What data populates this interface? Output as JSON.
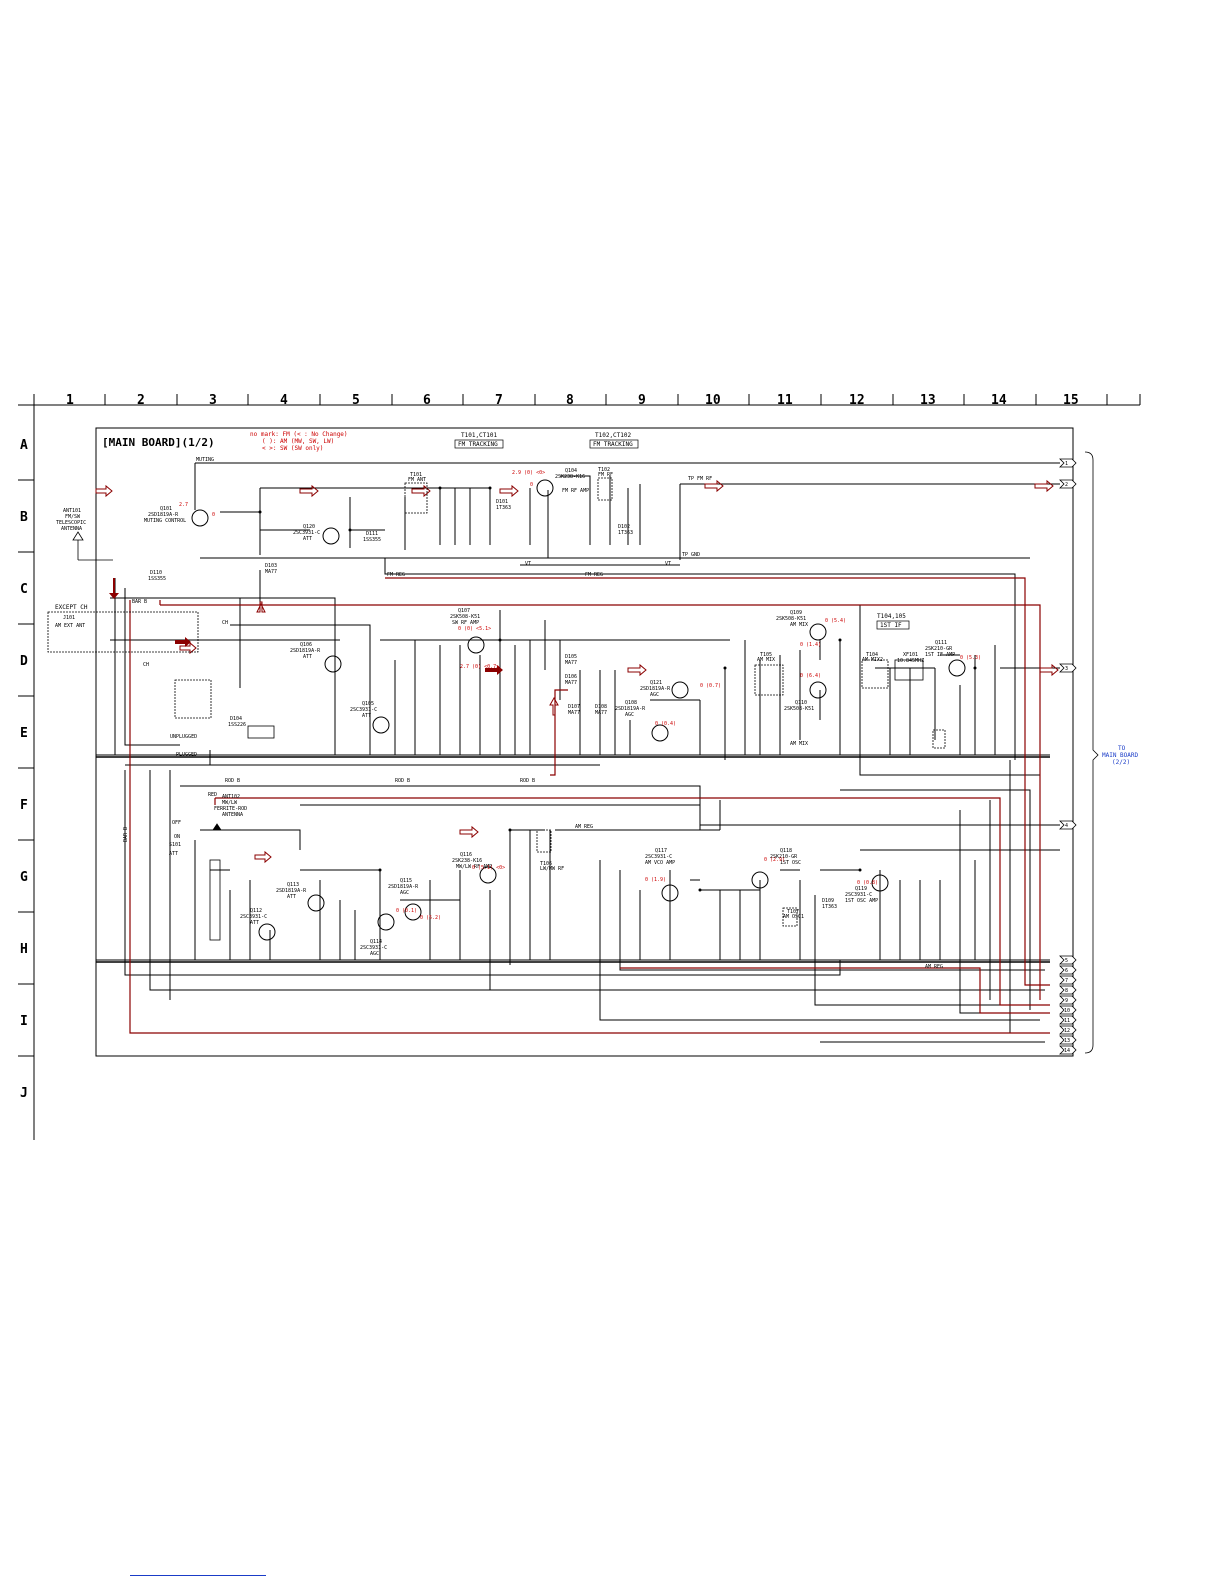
{
  "grid": {
    "columns": [
      "1",
      "2",
      "3",
      "4",
      "5",
      "6",
      "7",
      "8",
      "9",
      "10",
      "11",
      "12",
      "13",
      "14",
      "15"
    ],
    "rows": [
      "A",
      "B",
      "C",
      "D",
      "E",
      "F",
      "G",
      "H",
      "I",
      "J"
    ]
  },
  "board_title": "[MAIN BOARD](1/2)",
  "notes": {
    "line1": "no mark: FM (< : No Change)",
    "line2": "( ): AM (MW, SW, LW)",
    "line3": "< >: SW (SW only)"
  },
  "tracking_labels": {
    "t101_header": "T101,CT101",
    "t101_box": "FM TRACKING",
    "t102_header": "T102,CT102",
    "t102_box": "FM TRACKING",
    "t104_header": "T104,105",
    "t104_box": "1ST IF"
  },
  "antenna_labels": {
    "ant101": "ANT101",
    "ant101_type": "FM/SW",
    "ant101_name1": "TELESCOPIC",
    "ant101_name2": "ANTENNA",
    "except_ch": "EXCEPT CH",
    "j101": "J101",
    "j101_box": "AM EXT ANT",
    "ant102": "ANT102",
    "ant102_type": "MW/LW",
    "ant102_name1": "FERRITE-ROD",
    "ant102_name2": "ANTENNA",
    "s101": "S101",
    "s101_box": "ATT",
    "s101_off": "OFF",
    "s101_on": "ON",
    "unplugged": "UNPLUGGED",
    "plugged": "PLUGGED",
    "ch": "CH"
  },
  "net_labels": {
    "muting": "MUTING",
    "fm_reg_a": "FM REG",
    "fm_reg_b": "FM REG",
    "rod_b_a": "ROD B",
    "rod_b_b": "ROD B",
    "rod_b_c": "ROD B",
    "bar_b_a": "BAR B",
    "bar_b_b": "BAR B",
    "red": "RED",
    "am_reg_a": "AM REG",
    "am_reg_b": "AM REG",
    "vt_a": "VT",
    "vt_b": "VT",
    "tp_fm_rf": "TP FM RF",
    "tp_gnd": "TP GND",
    "to_main_board": "TO",
    "to_main_board_2": "MAIN BOARD",
    "to_main_board_3": "(2/2)"
  },
  "transistors": [
    {
      "ref": "Q101",
      "part": "2SD1819A-R",
      "func": "MUTING CONTROL"
    },
    {
      "ref": "Q120",
      "part": "2SC3931-C",
      "func": "ATT"
    },
    {
      "ref": "Q104",
      "part": "2SK238-K16",
      "func": "FM RF AMP"
    },
    {
      "ref": "Q106",
      "part": "2SD1819A-R",
      "func": "ATT"
    },
    {
      "ref": "Q105",
      "part": "2SC3931-C",
      "func": "ATT"
    },
    {
      "ref": "Q107",
      "part": "2SK508-K51",
      "func": "SW RF AMP"
    },
    {
      "ref": "Q109",
      "part": "2SK508-K51",
      "func": "AM MIX"
    },
    {
      "ref": "Q110",
      "part": "2SK508-K51",
      "func": "AM MIX"
    },
    {
      "ref": "Q111",
      "part": "2SK210-GR",
      "func": "1ST IF AMP"
    },
    {
      "ref": "Q121",
      "part": "2SD1819A-R",
      "func": "AGC"
    },
    {
      "ref": "Q108",
      "part": "2SD1819A-R",
      "func": "AGC"
    },
    {
      "ref": "Q116",
      "part": "2SK238-K16",
      "func": "MW/LW RF AMP"
    },
    {
      "ref": "Q113",
      "part": "2SD1819A-R",
      "func": "ATT"
    },
    {
      "ref": "Q112",
      "part": "2SC3931-C",
      "func": "ATT"
    },
    {
      "ref": "Q115",
      "part": "2SD1819A-R",
      "func": "AGC"
    },
    {
      "ref": "Q114",
      "part": "2SC3931-C",
      "func": "AGC"
    },
    {
      "ref": "Q117",
      "part": "2SC3931-C",
      "func": "AM VCO AMP"
    },
    {
      "ref": "Q118",
      "part": "2SK210-GR",
      "func": "1ST OSC"
    },
    {
      "ref": "Q119",
      "part": "2SC3931-C",
      "func": "1ST OSC AMP"
    }
  ],
  "diodes": [
    {
      "ref": "D101",
      "part": "1T363"
    },
    {
      "ref": "D102",
      "part": "1T363"
    },
    {
      "ref": "D103",
      "part": "MA77"
    },
    {
      "ref": "D110",
      "part": "1SS355"
    },
    {
      "ref": "D111",
      "part": "1SS355"
    },
    {
      "ref": "D104",
      "part": "1SS226"
    },
    {
      "ref": "D105",
      "part": "MA77"
    },
    {
      "ref": "D106",
      "part": "MA77"
    },
    {
      "ref": "D107",
      "part": "MA77"
    },
    {
      "ref": "D108",
      "part": "MA77"
    },
    {
      "ref": "D109",
      "part": "1T363"
    }
  ],
  "coils": [
    {
      "ref": "T101",
      "note": "FM ANT"
    },
    {
      "ref": "T102",
      "note": "FM RF"
    },
    {
      "ref": "T105",
      "note": "AM MIX"
    },
    {
      "ref": "T104",
      "note": "AM MIX2"
    },
    {
      "ref": "T106",
      "note": "LW/MW RF"
    },
    {
      "ref": "T107",
      "note": "AM OSC1"
    },
    {
      "ref": "XF101",
      "note": "10.845MHZ"
    }
  ],
  "connector_pins": [
    "1",
    "2",
    "3",
    "4",
    "5",
    "6",
    "7",
    "8",
    "9",
    "10",
    "11",
    "12",
    "13",
    "14"
  ],
  "volts_red": [
    "2.7",
    "0",
    "2.9 (0) <0>",
    "0",
    "0 (0) <5.1>",
    "2.7 (0) <0.7>",
    "0 (5.4)",
    "0 (1.4)",
    "0 (6.4)",
    "0 (5.3)",
    "0 (5.1) <0>",
    "0 (1.9)",
    "0 (2.9)",
    "0 (0.8)",
    "0 (0.4)",
    "0 (0.7)",
    "0 (0.1)",
    "0 (5.2)"
  ]
}
